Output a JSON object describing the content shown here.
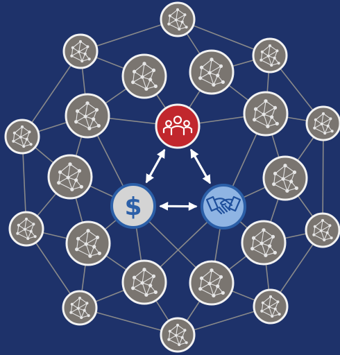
{
  "colors": {
    "background": "#1e326a",
    "edge": "#8a8a8a",
    "network_node_fill": "#7a7570",
    "network_node_ring": "#f2f2f2",
    "network_icon": "#e6e6e6",
    "people_node_fill": "#c1272d",
    "dollar_node_fill": "#d4d4d4",
    "dollar_symbol": "#2b5fa8",
    "handshake_node_fill": "#8fb4e3",
    "handshake_icon": "#1e4f9c",
    "hub_ring": "#2b5fa8",
    "arrow": "#ffffff"
  },
  "hubs": [
    {
      "name": "people",
      "icon": "people-group-icon"
    },
    {
      "name": "dollar",
      "icon": "dollar-icon",
      "symbol": "$"
    },
    {
      "name": "handshake",
      "icon": "handshake-icon"
    }
  ],
  "network_node_icon": "network-graph-icon",
  "arrows": [
    {
      "from": "people",
      "to": "dollar",
      "bidirectional": true
    },
    {
      "from": "people",
      "to": "handshake",
      "bidirectional": true
    },
    {
      "from": "dollar",
      "to": "handshake",
      "bidirectional": true
    }
  ]
}
